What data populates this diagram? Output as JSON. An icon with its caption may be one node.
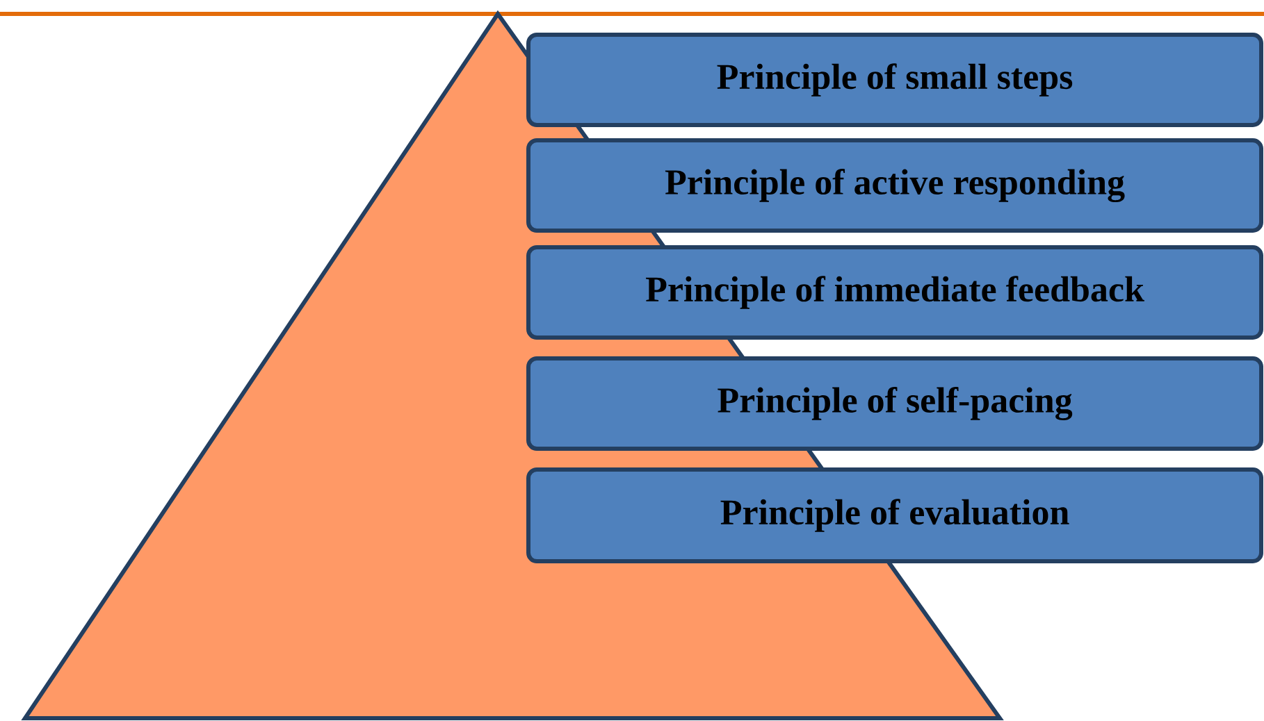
{
  "diagram": {
    "nodes": [
      {
        "text": [
          "Principle of small steps"
        ]
      },
      {
        "text": [
          "Principle of active responding"
        ]
      },
      {
        "text": [
          "Principle of immediate feedback"
        ]
      },
      {
        "text": [
          "Principle of self-pacing"
        ]
      },
      {
        "text": [
          "Principle of evaluation"
        ]
      }
    ]
  }
}
